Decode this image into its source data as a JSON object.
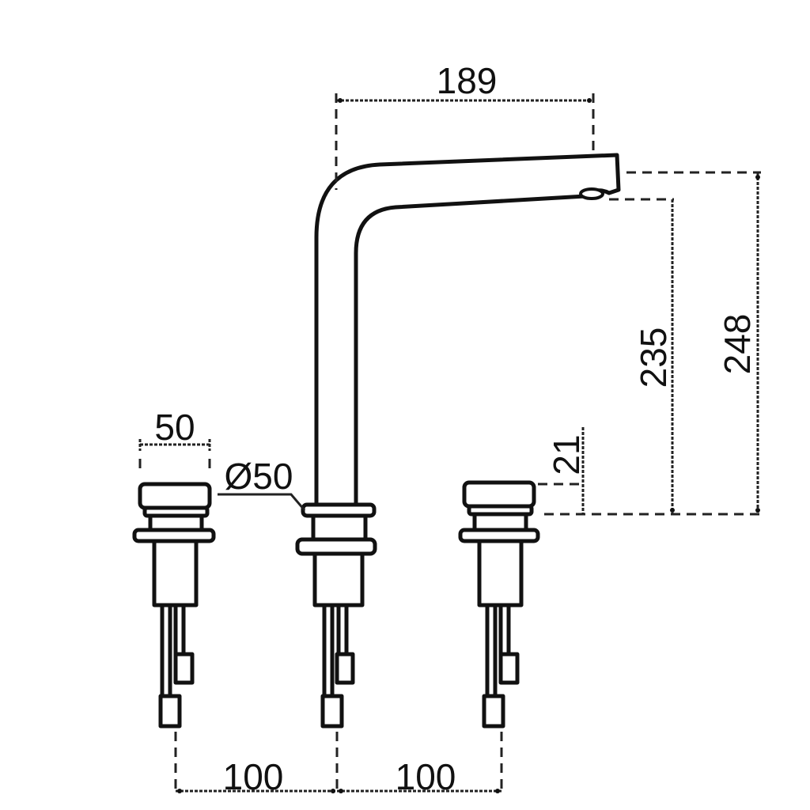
{
  "drawing": {
    "dimensions": {
      "spout_reach": "189",
      "total_height": "248",
      "outlet_height": "235",
      "handle_height": "21",
      "handle_width": "50",
      "base_diameter": "Ø50",
      "spacing_left": "100",
      "spacing_right": "100"
    },
    "line_color": "#111111",
    "background": "#ffffff"
  }
}
